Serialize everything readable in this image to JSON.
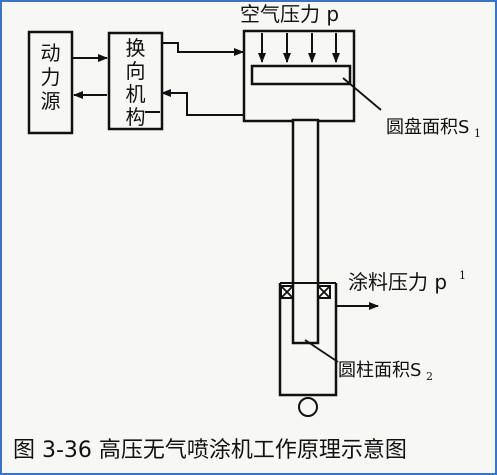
{
  "diagram": {
    "power_source_label": [
      "动",
      "力",
      "源"
    ],
    "reversing_mechanism_label": [
      "换",
      "向",
      "机",
      "构"
    ],
    "air_pressure_label": "空气压力 p",
    "disk_area_label": "圆盘面积S",
    "disk_area_subscript": "1",
    "coating_pressure_label": "涂料压力 p",
    "coating_pressure_superscript": "1",
    "column_area_label": "圆柱面积S",
    "column_area_subscript": "2",
    "caption": "图 3-36   高压无气喷涂机工作原理示意图"
  },
  "colors": {
    "line": "#111111",
    "background": "#f7f7f5",
    "frame": "#3a74c7"
  }
}
